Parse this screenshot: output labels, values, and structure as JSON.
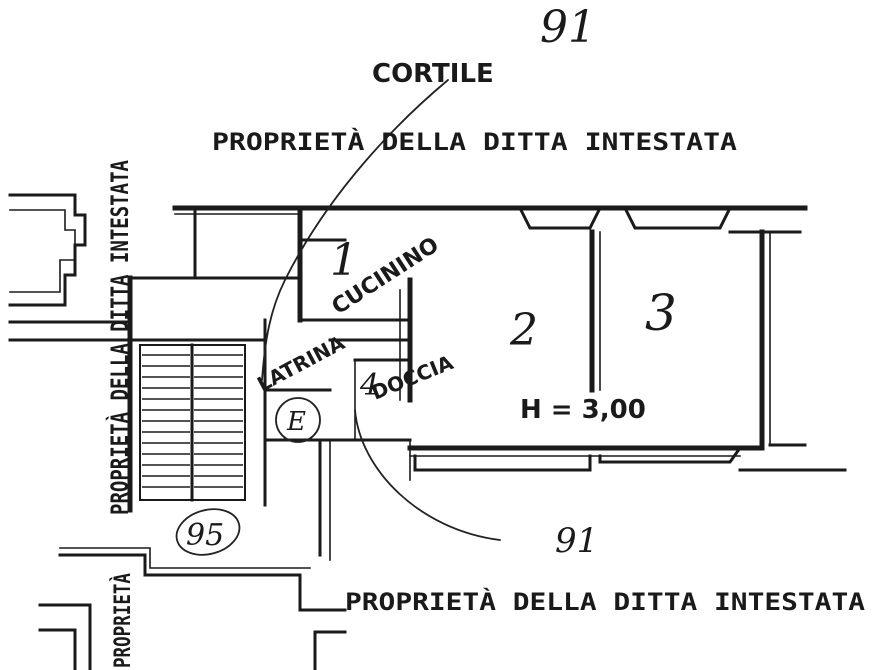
{
  "labels": {
    "courtyard": "CORTILE",
    "property_top": "PROPRIETÀ DELLA DITTA INTESTATA",
    "property_left": "PROPRIETÀ DELLA DITTA INTESTATA",
    "property_bottom": "PROPRIETÀ DELLA DITTA INTESTATA",
    "property_bottom_left": "PROPRIETÀ",
    "kitchenette": "CUCININO",
    "toilet": "LATRINA",
    "shower": "DOCCIA",
    "height": "H = 3,00"
  },
  "handwritten": {
    "sheet_top": "91",
    "room_1": "1",
    "room_2": "2",
    "room_3": "3",
    "room_4": "4",
    "stair_ref": "95",
    "entry_mark": "E",
    "sheet_bottom": "91"
  },
  "colors": {
    "ink": "#1a1a1a",
    "paper": "#ffffff"
  }
}
